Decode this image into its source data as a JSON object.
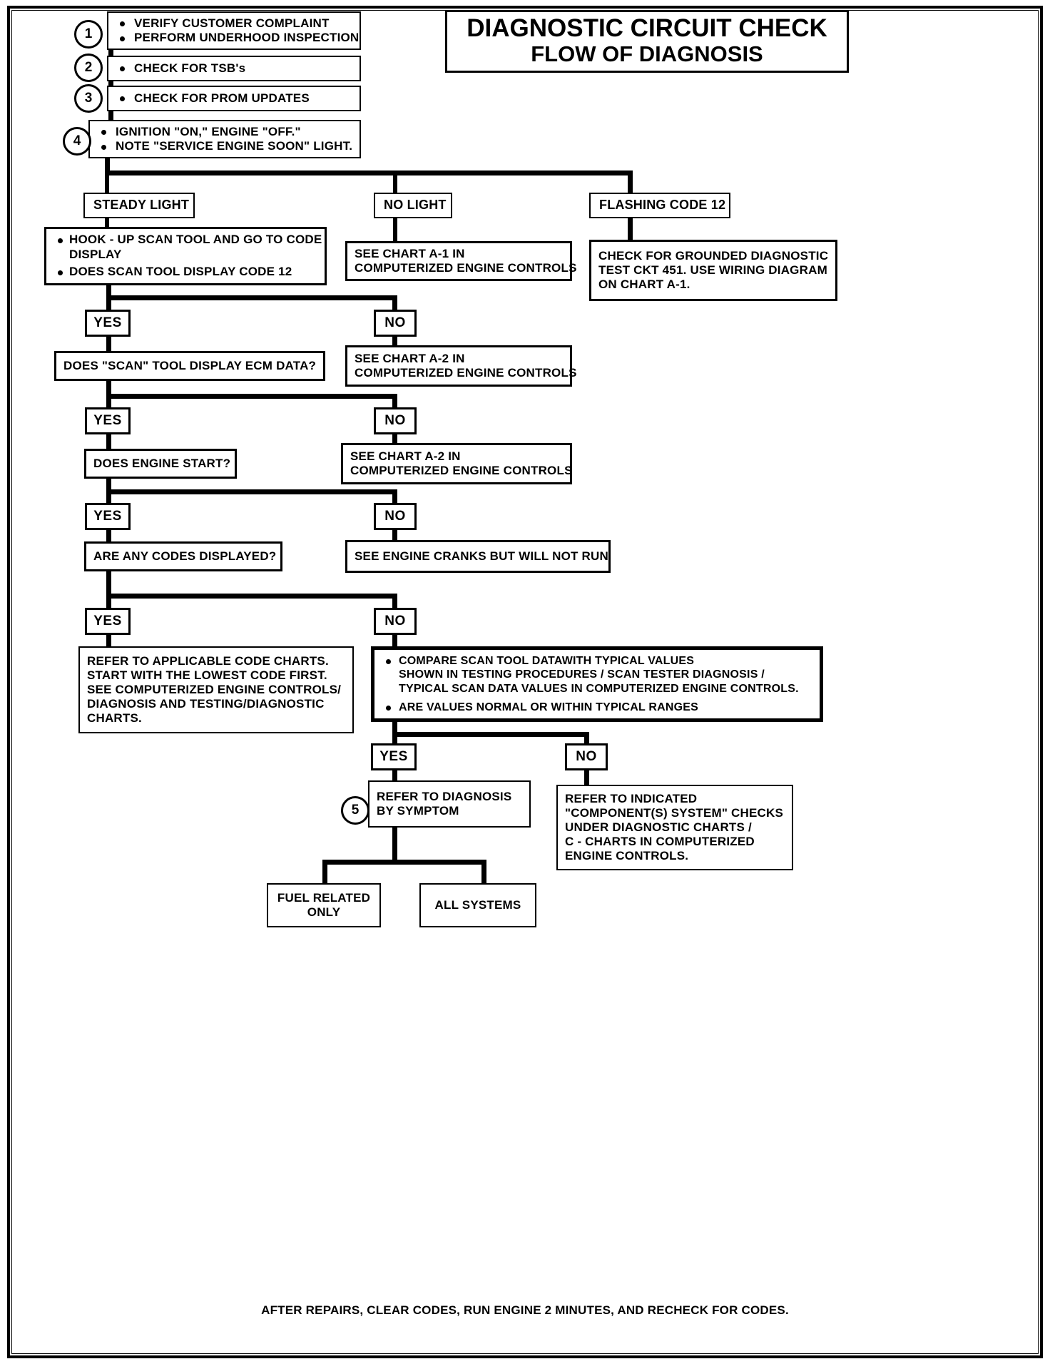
{
  "title": {
    "line1": "DIAGNOSTIC CIRCUIT CHECK",
    "line2": "FLOW OF DIAGNOSIS"
  },
  "steps": {
    "s1": "1",
    "s2": "2",
    "s3": "3",
    "s4": "4",
    "s5": "5"
  },
  "nodes": {
    "step1": {
      "b1": "VERIFY CUSTOMER COMPLAINT",
      "b2": "PERFORM UNDERHOOD INSPECTION"
    },
    "step2": {
      "b1": "CHECK FOR TSB's"
    },
    "step3": {
      "b1": "CHECK FOR PROM UPDATES"
    },
    "step4": {
      "b1": "IGNITION \"ON,\" ENGINE  \"OFF.\"",
      "b2": "NOTE \"SERVICE ENGINE SOON\" LIGHT."
    },
    "steady_light": "STEADY LIGHT",
    "no_light": "NO LIGHT",
    "flashing_code_12": "FLASHING CODE 12",
    "hookup": {
      "b1": "HOOK - UP SCAN TOOL AND GO TO CODE",
      "b1c": "DISPLAY",
      "b2": "DOES SCAN TOOL DISPLAY CODE 12"
    },
    "chart_a1": {
      "l1": "SEE CHART A-1 IN",
      "l2": "COMPUTERIZED ENGINE CONTROLS"
    },
    "grounded_ckt": {
      "l1": "CHECK FOR GROUNDED DIAGNOSTIC",
      "l2": "TEST CKT 451.  USE WIRING DIAGRAM",
      "l3": "ON CHART A-1."
    },
    "ecm_data": "DOES \"SCAN\" TOOL DISPLAY ECM DATA?",
    "chart_a2_first": {
      "l1": "SEE CHART A-2 IN",
      "l2": "COMPUTERIZED ENGINE CONTROLS"
    },
    "engine_start": "DOES ENGINE START?",
    "chart_a2_second": {
      "l1": "SEE CHART A-2 IN",
      "l2": "COMPUTERIZED ENGINE CONTROLS"
    },
    "codes_displayed": "ARE ANY CODES DISPLAYED?",
    "cranks_not_run": "SEE ENGINE CRANKS BUT WILL NOT RUN",
    "code_charts": {
      "l1": "REFER TO APPLICABLE CODE CHARTS.",
      "l2": "START WITH THE LOWEST CODE FIRST.",
      "l3": "SEE COMPUTERIZED ENGINE CONTROLS/",
      "l4": "DIAGNOSIS AND TESTING/DIAGNOSTIC",
      "l5": "CHARTS."
    },
    "compare_scan": {
      "b1": "COMPARE SCAN TOOL DATAWITH TYPICAL VALUES",
      "b1c1": "SHOWN IN TESTING PROCEDURES / SCAN TESTER DIAGNOSIS /",
      "b1c2": "TYPICAL SCAN DATA VALUES IN COMPUTERIZED ENGINE CONTROLS.",
      "b2": "ARE VALUES NORMAL OR WITHIN TYPICAL RANGES"
    },
    "diagnosis_by_symptom": {
      "l1": "REFER TO DIAGNOSIS",
      "l2": "BY SYMPTOM"
    },
    "refer_indicated": {
      "l1": "REFER TO INDICATED",
      "l2": "\"COMPONENT(S) SYSTEM\" CHECKS",
      "l3": "UNDER DIAGNOSTIC CHARTS /",
      "l4": "C - CHARTS IN COMPUTERIZED",
      "l5": "ENGINE CONTROLS."
    },
    "fuel_related": {
      "l1": "FUEL RELATED",
      "l2": "ONLY"
    },
    "all_systems": "ALL SYSTEMS"
  },
  "branch_labels": {
    "yes1": "YES",
    "no1": "NO",
    "yes2": "YES",
    "no2": "NO",
    "yes3": "YES",
    "no3": "NO",
    "yes4": "YES",
    "no4": "NO",
    "yes5": "YES",
    "no5": "NO"
  },
  "footer": "AFTER REPAIRS, CLEAR CODES, RUN ENGINE 2 MINUTES, AND RECHECK FOR CODES."
}
